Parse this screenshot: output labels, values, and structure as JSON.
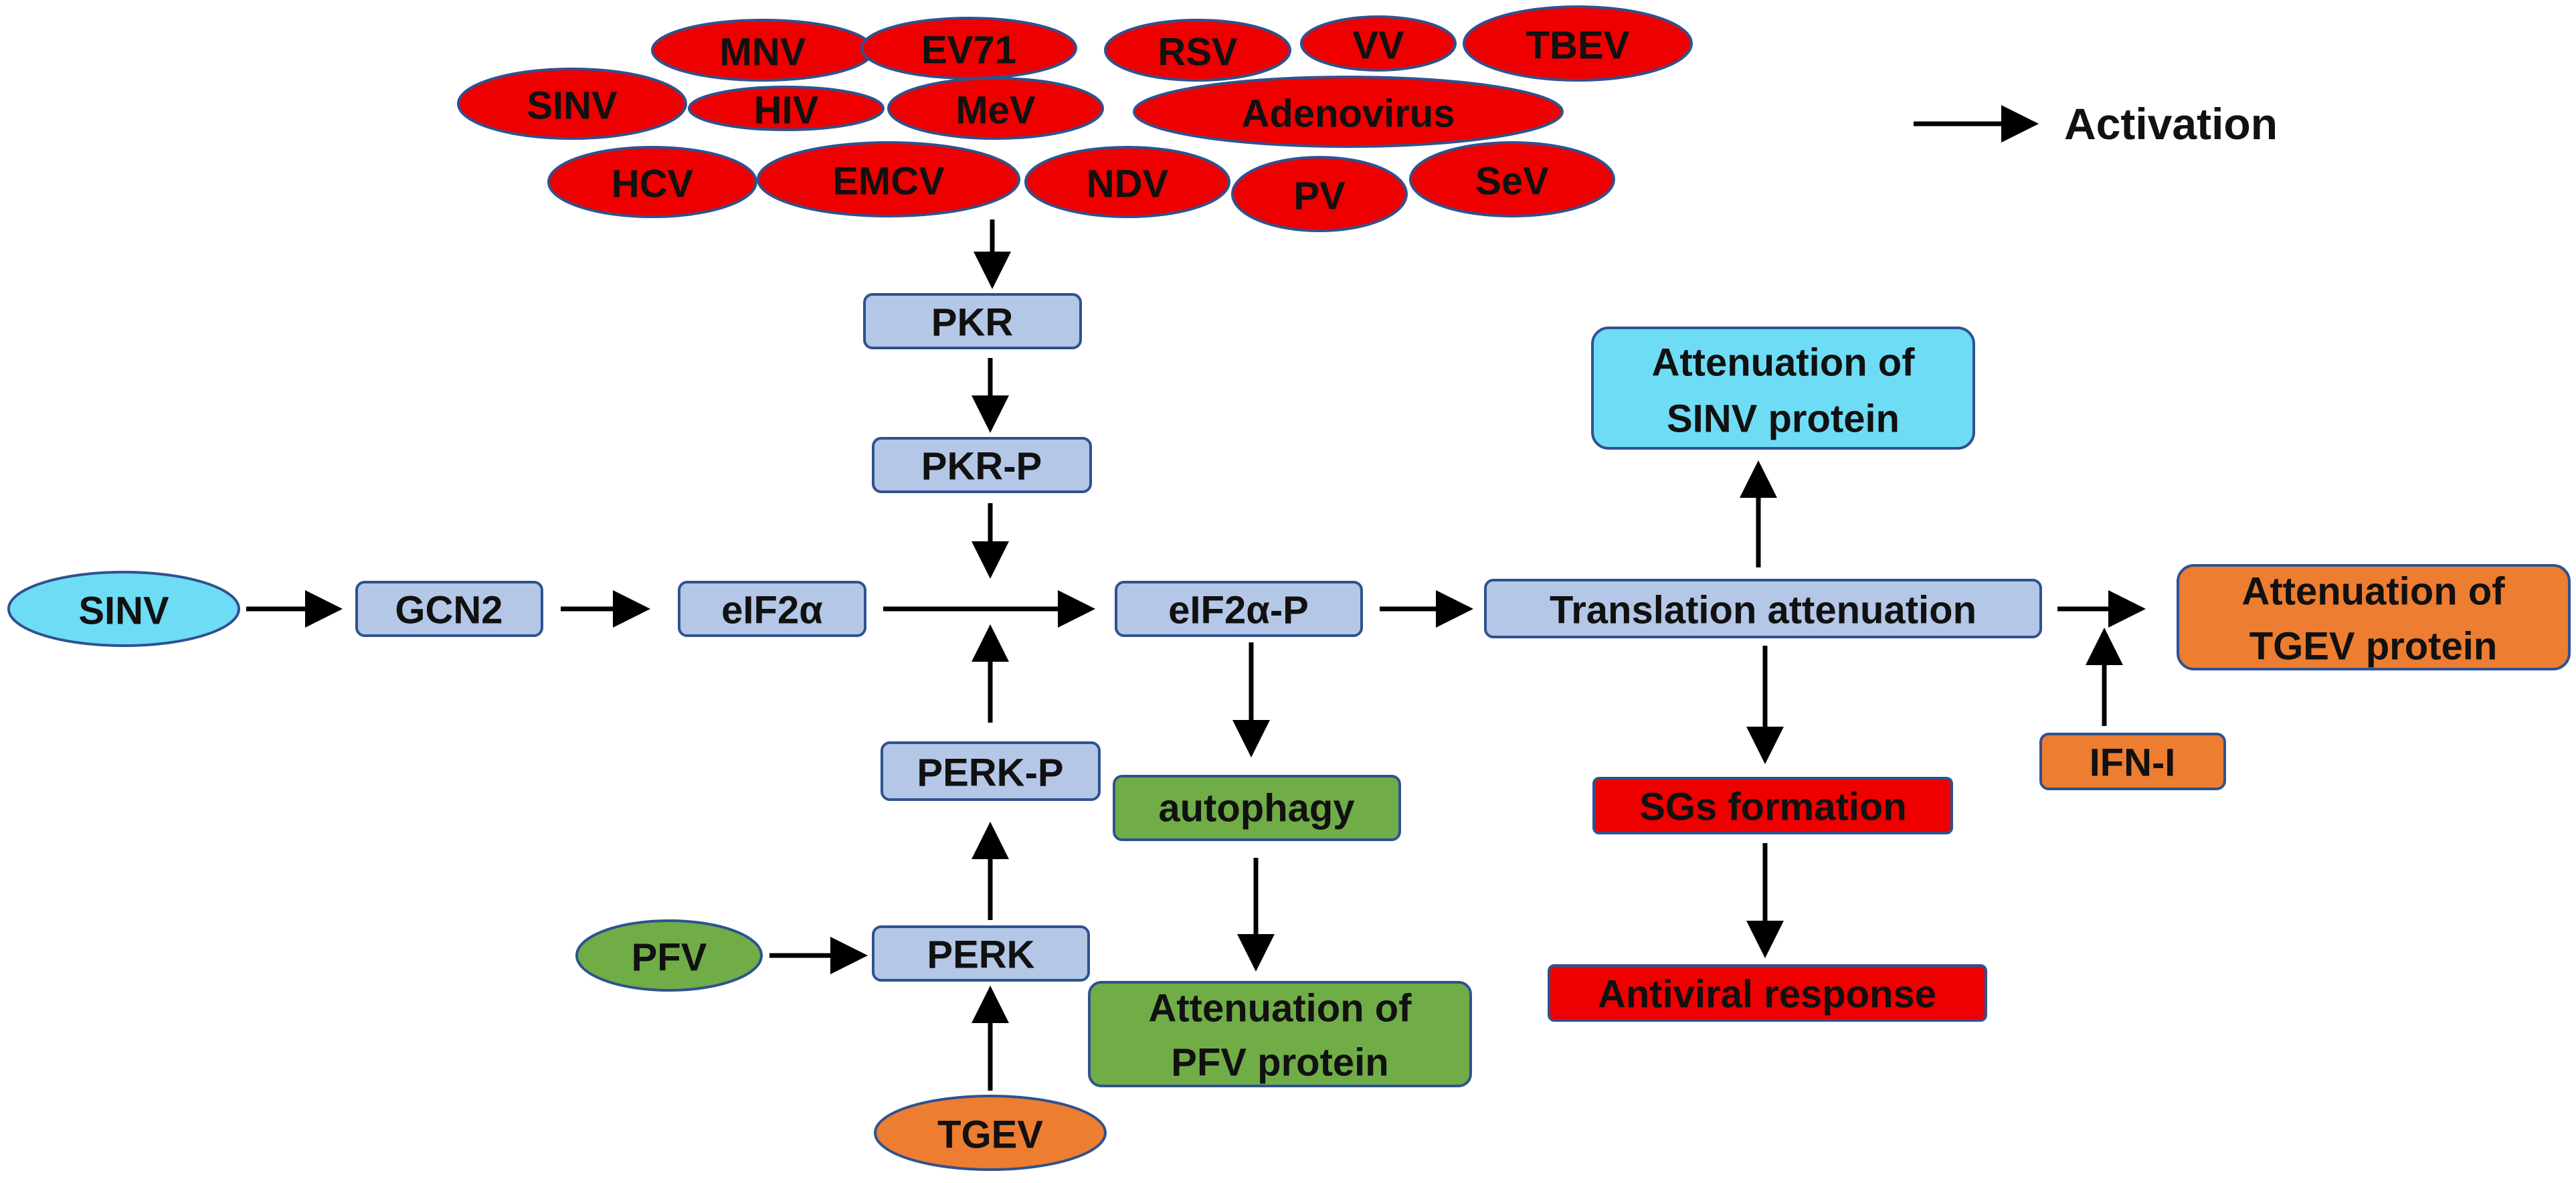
{
  "legend": {
    "activation_label": "Activation"
  },
  "colors": {
    "virus_red": "#ee0000",
    "virus_red_stroke": "#b30000",
    "pathway_blue": "#b4c7e7",
    "pathway_blue_stroke": "#2f528f",
    "sinv_cyan": "#6fdcf5",
    "pfv_green": "#70ad47",
    "tgev_orange": "#ed7d31",
    "arrow": "#000000"
  },
  "viruses": {
    "mnv": "MNV",
    "ev71": "EV71",
    "rsv": "RSV",
    "vv": "VV",
    "tbev": "TBEV",
    "sinv": "SINV",
    "hiv": "HIV",
    "mev": "MeV",
    "adenovirus": "Adenovirus",
    "hcv": "HCV",
    "emcv": "EMCV",
    "ndv": "NDV",
    "pv": "PV",
    "sev": "SeV"
  },
  "nodes": {
    "pkr": "PKR",
    "pkr_p": "PKR-P",
    "sinv": "SINV",
    "gcn2": "GCN2",
    "eif2a": "eIF2α",
    "eif2a_p": "eIF2α-P",
    "translation_attenuation": "Translation attenuation",
    "attenuation_sinv": [
      "Attenuation of",
      "SINV protein"
    ],
    "attenuation_tgev": [
      "Attenuation of",
      "TGEV protein"
    ],
    "ifn_i": "IFN-I",
    "sgs_formation": "SGs formation",
    "antiviral_response": "Antiviral response",
    "autophagy": "autophagy",
    "attenuation_pfv": [
      "Attenuation of",
      "PFV protein"
    ],
    "perk_p": "PERK-P",
    "perk": "PERK",
    "pfv": "PFV",
    "tgev": "TGEV"
  }
}
